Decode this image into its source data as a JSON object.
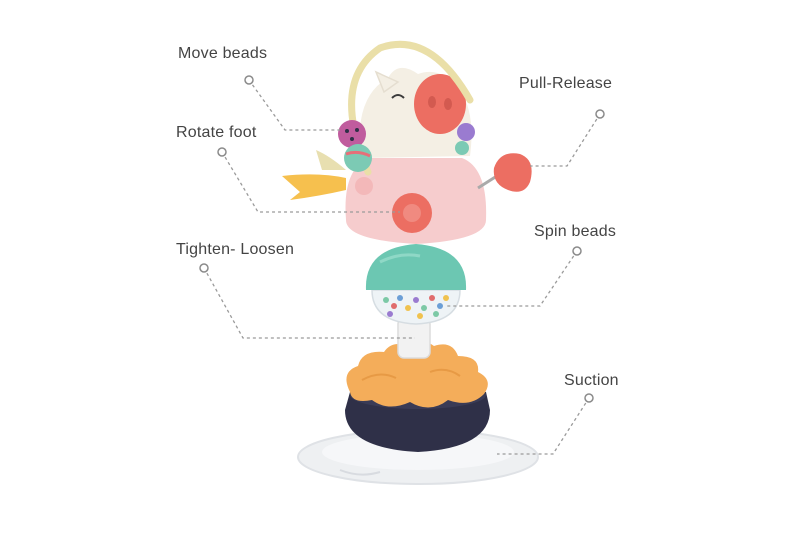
{
  "labels": {
    "move_beads": "Move beads",
    "rotate_foot": "Rotate foot",
    "tighten_loosen": "Tighten- Loosen",
    "pull_release": "Pull-Release",
    "spin_beads": "Spin beads",
    "suction": "Suction"
  },
  "colors": {
    "label_text": "#444444",
    "leader_line": "#9a9a9a",
    "toy_pink": "#f6cccd",
    "toy_cream": "#f4efe4",
    "toy_nose": "#ec6e62",
    "toy_teal": "#6cc7b2",
    "toy_orange": "#f4ad5a",
    "toy_navy": "#2f3048",
    "suction_cup": "#eef0f2"
  }
}
